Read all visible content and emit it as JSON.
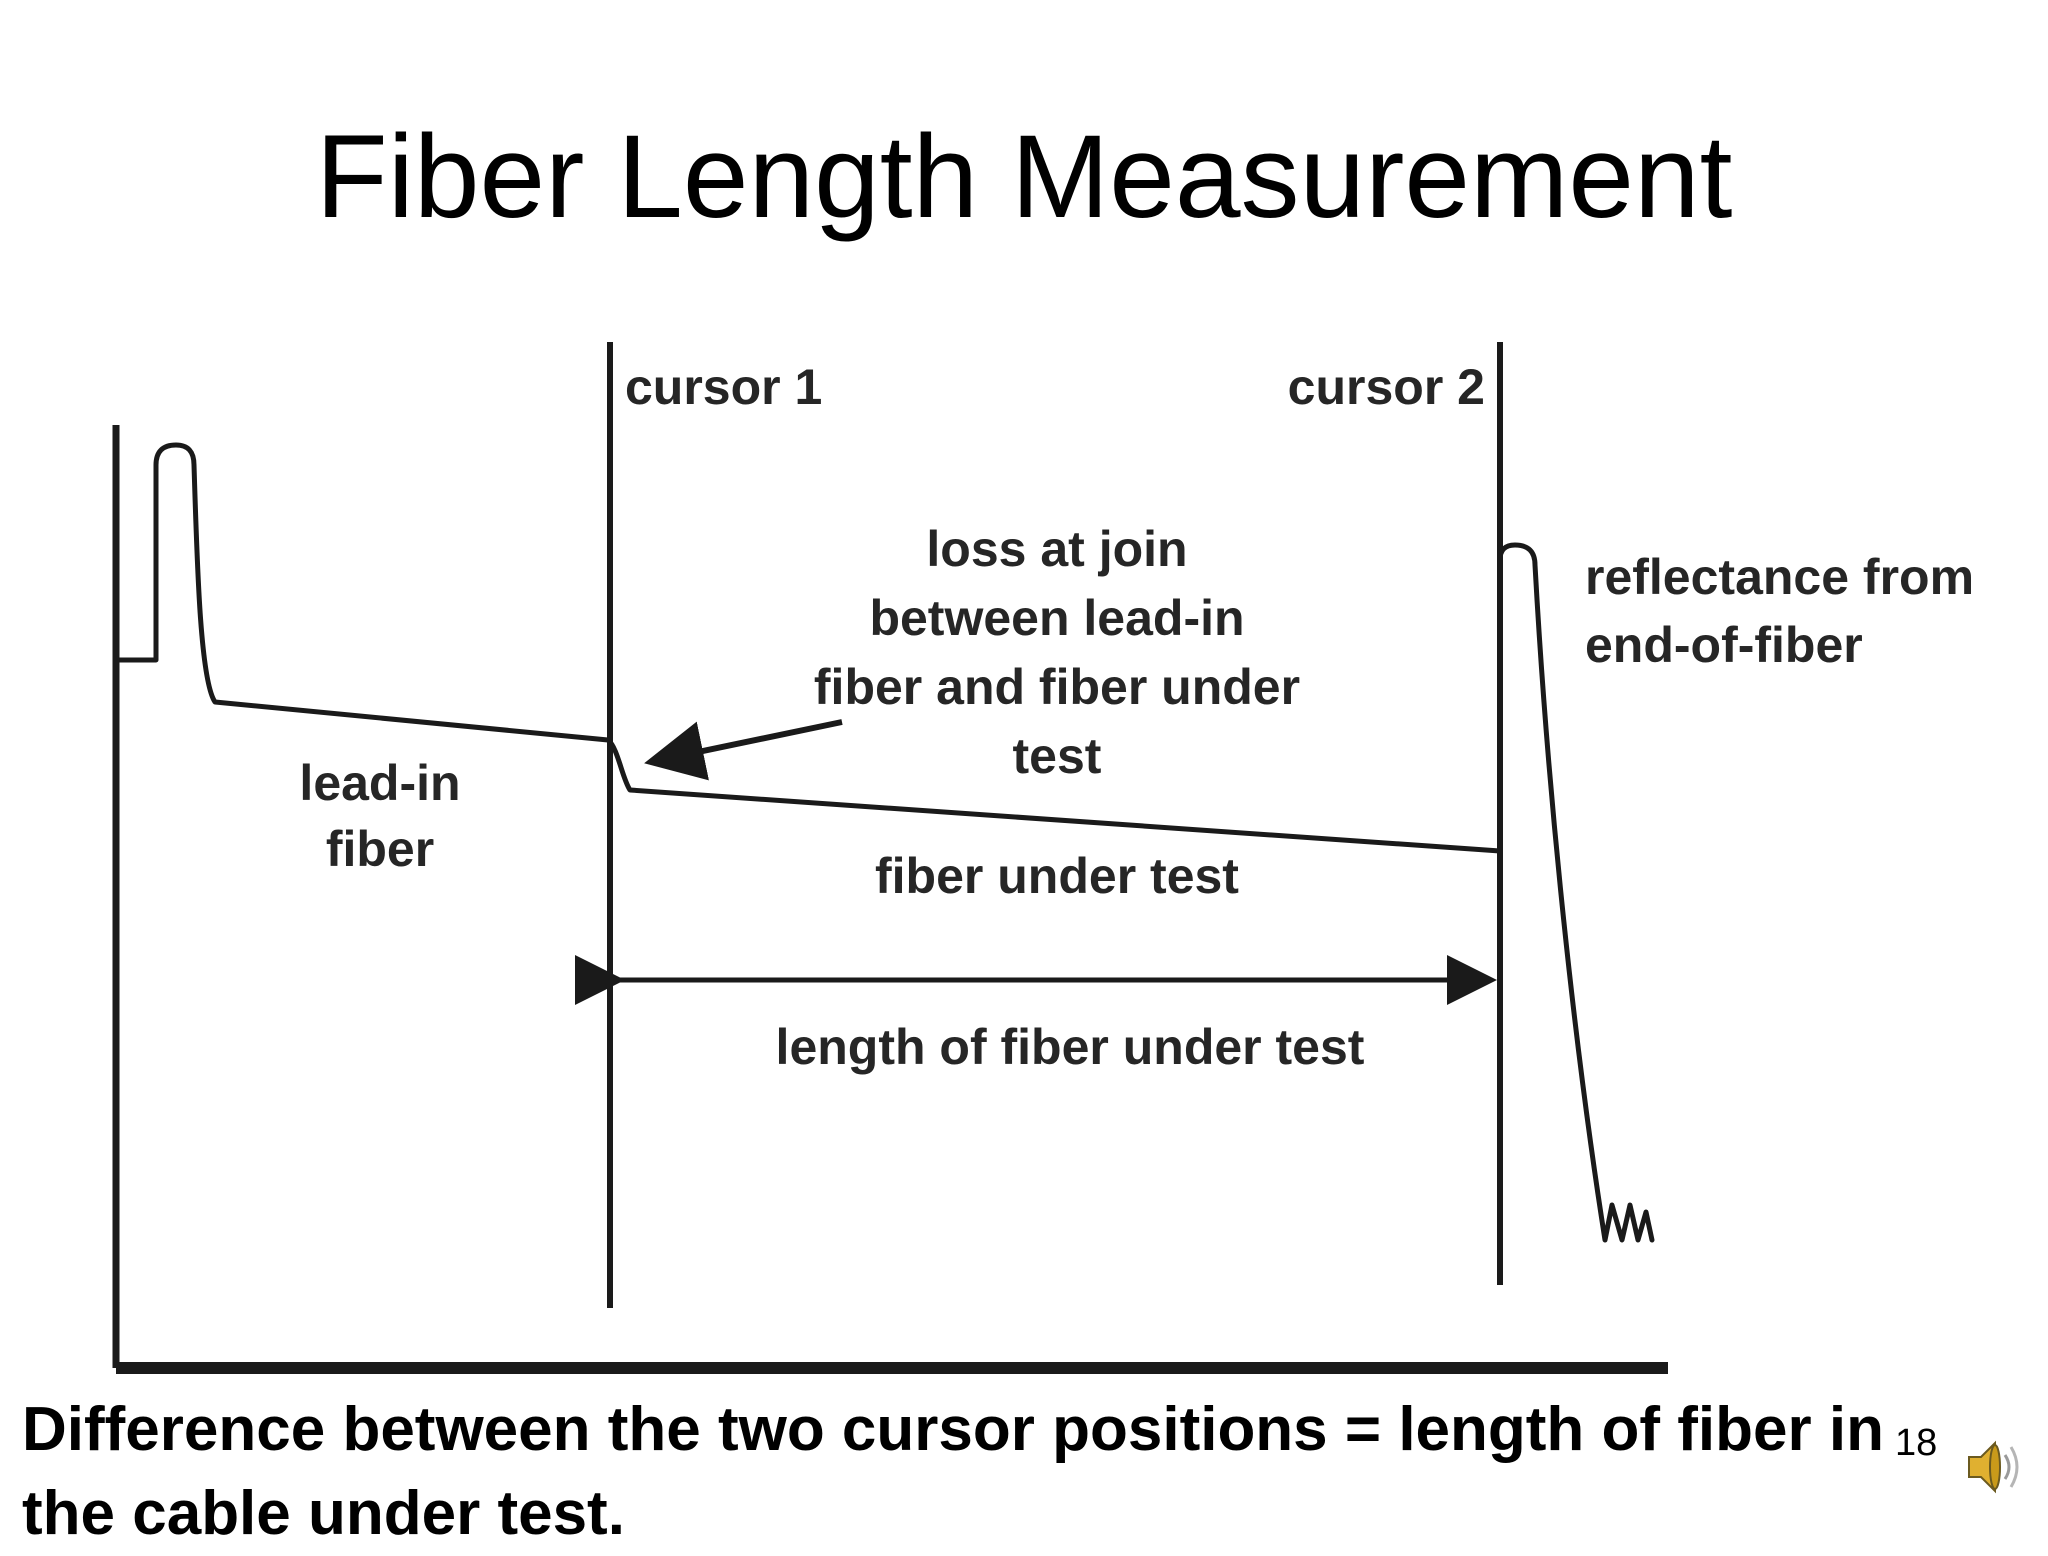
{
  "title": "Fiber Length Measurement",
  "diagram": {
    "cursor1": "cursor 1",
    "cursor2": "cursor 2",
    "loss_at_join": [
      "loss at join",
      "between lead-in",
      "fiber and fiber under",
      "test"
    ],
    "reflectance": [
      "reflectance from",
      "end-of-fiber"
    ],
    "lead_in": [
      "lead-in",
      "fiber"
    ],
    "fiber_under_test": "fiber under test",
    "length_label": "length of fiber under test"
  },
  "caption": "Difference between the two cursor positions =  length of fiber in the cable under test.",
  "page_number": "18",
  "icons": {
    "speaker": "speaker-icon"
  }
}
